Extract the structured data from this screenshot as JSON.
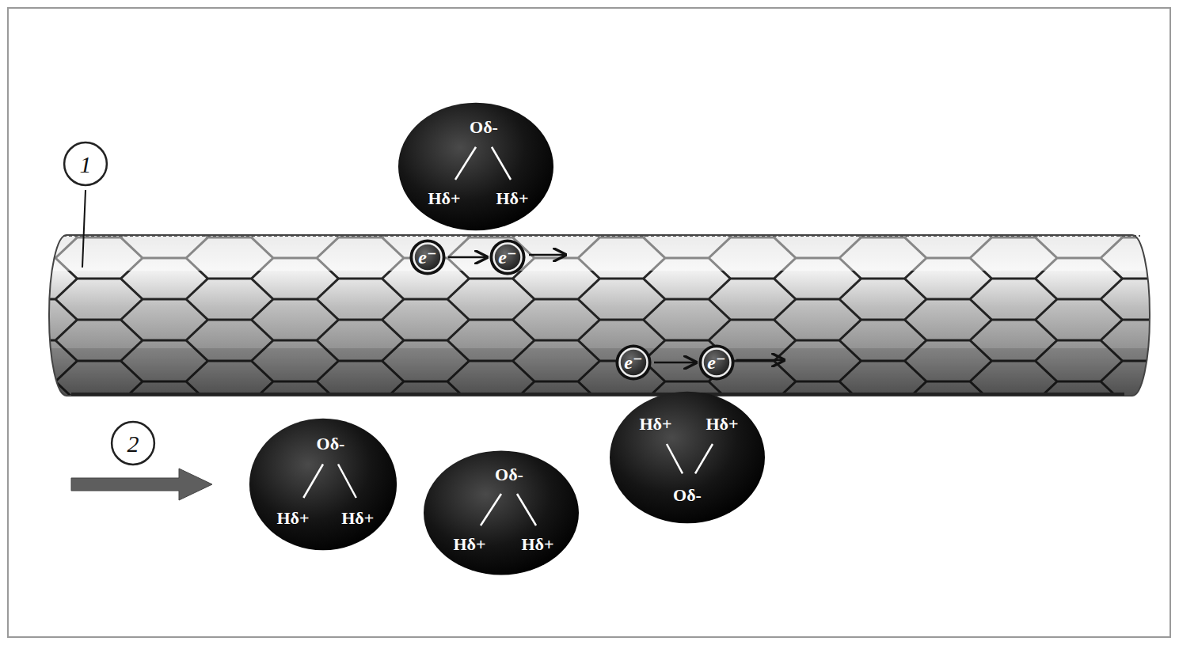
{
  "diagram": {
    "nodes": [
      {
        "text": [
          "1"
        ]
      },
      {
        "text": [
          "Oδ-",
          "Hδ+",
          "Hδ+"
        ]
      },
      {
        "text": [
          "e⁻"
        ]
      },
      {
        "text": [
          "e⁻"
        ]
      },
      {
        "text": [
          "2"
        ]
      },
      {
        "text": [
          "e⁻"
        ]
      },
      {
        "text": [
          "e⁻"
        ]
      },
      {
        "text": [
          "Oδ-",
          "Hδ+",
          "Hδ+"
        ]
      },
      {
        "text": [
          "Oδ-",
          "Hδ+",
          "Hδ+"
        ]
      },
      {
        "text": [
          "Hδ+",
          "Hδ+",
          "Oδ-"
        ]
      }
    ],
    "edges": [
      {
        "from": 2,
        "to": 3,
        "arrow": "to"
      },
      {
        "from": 5,
        "to": 6,
        "arrow": "to"
      }
    ]
  }
}
